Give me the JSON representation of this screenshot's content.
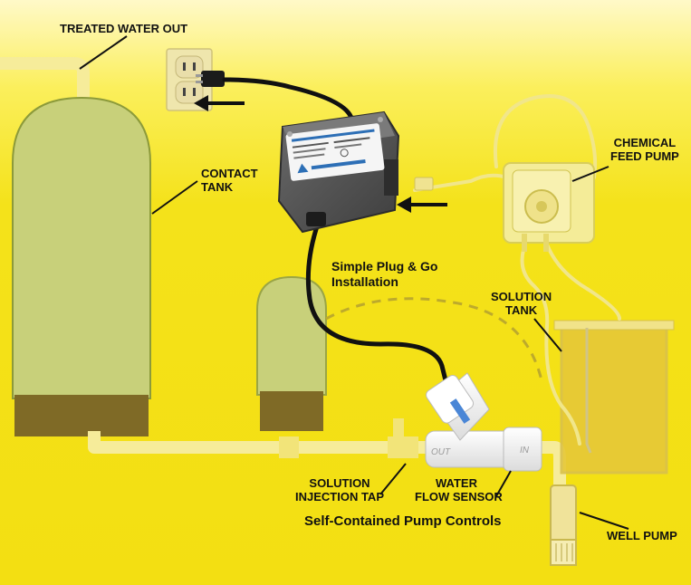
{
  "labels": {
    "treated_water_out": "TREATED WATER OUT",
    "contact_tank": [
      "CONTACT",
      "TANK"
    ],
    "chemical_feed_pump": [
      "CHEMICAL",
      "FEED PUMP"
    ],
    "solution_tank": [
      "SOLUTION",
      "TANK"
    ],
    "install_note": [
      "Simple Plug & Go",
      "Installation"
    ],
    "solution_injection_tap": [
      "SOLUTION",
      "INJECTION TAP"
    ],
    "water_flow_sensor": [
      "WATER",
      "FLOW SENSOR"
    ],
    "self_contained": "Self-Contained Pump Controls",
    "well_pump": "WELL PUMP"
  },
  "sensor_marks": {
    "out": "OUT",
    "in": "IN"
  },
  "colors": {
    "background": "#f4e21a",
    "tank_fill": "#c8d07a",
    "tank_base": "#7f6a26",
    "pipe": "#f6ec9a",
    "cord": "#111111",
    "control_box": "#555555"
  },
  "icons": [
    "outlet-icon",
    "plug-icon",
    "arrow-left-icon",
    "peristaltic-pump-icon",
    "flow-sensor-icon",
    "well-pump-icon"
  ]
}
